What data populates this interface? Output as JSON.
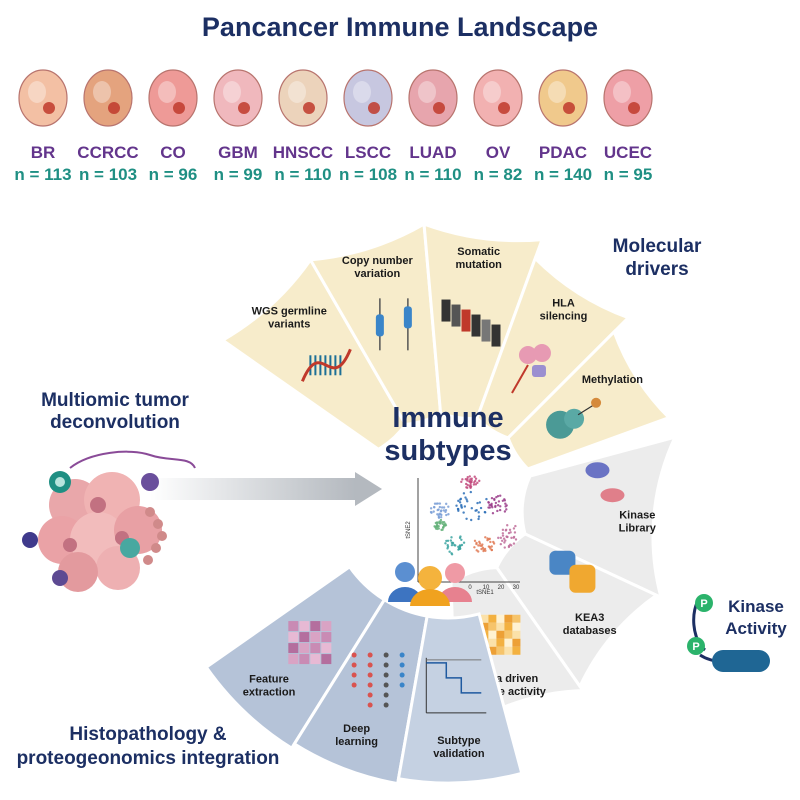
{
  "title": "Pancancer Immune Landscape",
  "cancers": [
    {
      "name": "BR",
      "n": "n = 113",
      "icon": "breast-icon"
    },
    {
      "name": "CCRCC",
      "n": "n = 103",
      "icon": "kidney-icon"
    },
    {
      "name": "CO",
      "n": "n = 96",
      "icon": "colon-icon"
    },
    {
      "name": "GBM",
      "n": "n = 99",
      "icon": "brain-icon"
    },
    {
      "name": "HNSCC",
      "n": "n = 110",
      "icon": "head-neck-icon"
    },
    {
      "name": "LSCC",
      "n": "n = 108",
      "icon": "lung-squamous-icon"
    },
    {
      "name": "LUAD",
      "n": "n = 110",
      "icon": "lung-adeno-icon"
    },
    {
      "name": "OV",
      "n": "n = 82",
      "icon": "ovary-icon"
    },
    {
      "name": "PDAC",
      "n": "n = 140",
      "icon": "pancreas-icon"
    },
    {
      "name": "UCEC",
      "n": "n = 95",
      "icon": "uterus-icon"
    }
  ],
  "center": {
    "line1": "Immune",
    "line2": "subtypes"
  },
  "multiomic": {
    "line1": "Multiomic tumor",
    "line2": "deconvolution"
  },
  "molecular": {
    "line1": "Molecular",
    "line2": "drivers"
  },
  "molecular_segments": [
    {
      "lines": [
        "WGS germline",
        "variants"
      ],
      "icon": "dna-helix-icon"
    },
    {
      "lines": [
        "Copy number",
        "variation"
      ],
      "icon": "chromosome-icon"
    },
    {
      "lines": [
        "Somatic",
        "mutation"
      ],
      "icon": "sequence-blocks-icon"
    },
    {
      "lines": [
        "HLA",
        "silencing"
      ],
      "icon": "hla-molecule-icon"
    },
    {
      "lines": [
        "Methylation"
      ],
      "icon": "methylated-dna-icon"
    }
  ],
  "kinase_segments": [
    {
      "lines": [
        "Kinase",
        "Library"
      ],
      "icon": "kinase-library-icon"
    },
    {
      "lines": [
        "KEA3",
        "databases"
      ],
      "icon": "database-icon"
    },
    {
      "lines": [
        "Data driven",
        "kinase activity"
      ],
      "icon": "heatmap-icon"
    }
  ],
  "kinase_activity": {
    "line1": "Kinase",
    "line2": "Activity"
  },
  "phospho_label": "P",
  "histo_segments": [
    {
      "lines": [
        "Feature",
        "extraction"
      ],
      "icon": "histology-tiles-icon"
    },
    {
      "lines": [
        "Deep",
        "learning"
      ],
      "icon": "neural-network-icon"
    },
    {
      "lines": [
        "Subtype",
        "validation"
      ],
      "icon": "survival-curve-icon"
    }
  ],
  "histo": {
    "line1": "Histopathology &",
    "line2": "proteogeonomics integration"
  },
  "tsne": {
    "xlabel": "tSNE1",
    "ylabel": "tSNE2",
    "ticks": [
      "0",
      "10",
      "20",
      "30"
    ]
  },
  "colors": {
    "title": "#1c2f63",
    "cancer_name": "#63358c",
    "cancer_n": "#1f8f83",
    "molecular_fill": "#f7eccb",
    "kinase_fill": "#ececec",
    "histo_fill": "#b5c3d8",
    "histo_fill_light": "#c5d1e2"
  }
}
